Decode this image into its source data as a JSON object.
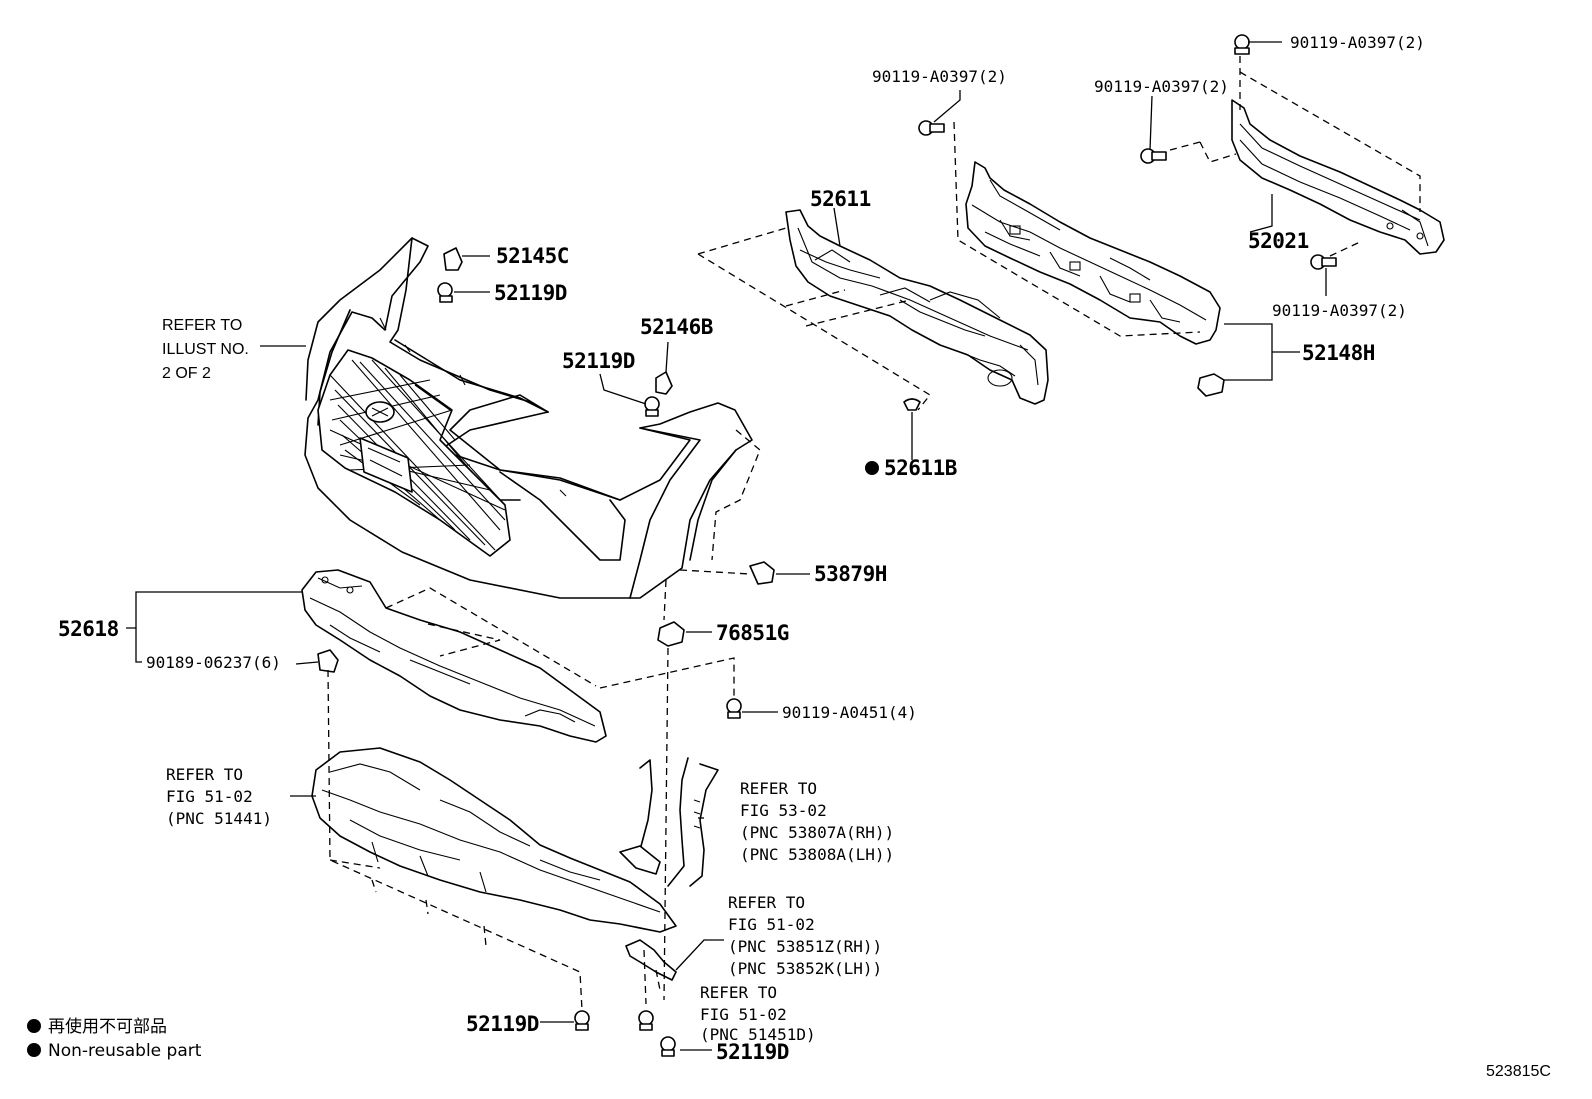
{
  "callouts": {
    "p_52145C": "52145C",
    "p_52119D_top": "52119D",
    "p_52146B": "52146B",
    "p_52119D_mid": "52119D",
    "p_52611": "52611",
    "p_52611B": "52611B",
    "p_52021": "52021",
    "p_52148H": "52148H",
    "p_53879H": "53879H",
    "p_76851G": "76851G",
    "p_52618": "52618",
    "p_52119D_bl": "52119D",
    "p_52119D_br": "52119D"
  },
  "small_callouts": {
    "b_0397_a": "90119-A0397(2)",
    "b_0397_b": "90119-A0397(2)",
    "b_0397_c": "90119-A0397(2)",
    "b_0397_d": "90119-A0397(2)",
    "c_06237": "90189-06237(6)",
    "b_0451": "90119-A0451(4)"
  },
  "refer_notes": {
    "illust": [
      "REFER TO",
      "ILLUST NO.",
      "2 OF 2"
    ],
    "fig5102_a": [
      "REFER TO",
      "FIG 51-02",
      "(PNC 51441)"
    ],
    "fig5302": [
      "REFER TO",
      "FIG 53-02",
      "(PNC 53807A(RH))",
      "(PNC 53808A(LH))"
    ],
    "fig5102_b": [
      "REFER TO",
      "FIG 51-02",
      "(PNC 53851Z(RH))",
      "(PNC 53852K(LH))"
    ],
    "fig5102_c": [
      "REFER TO",
      "FIG 51-02",
      "(PNC 51451D)"
    ]
  },
  "legend": {
    "jp": "再使用不可部品",
    "en": "Non-reusable part"
  },
  "figure_id": "523815C"
}
